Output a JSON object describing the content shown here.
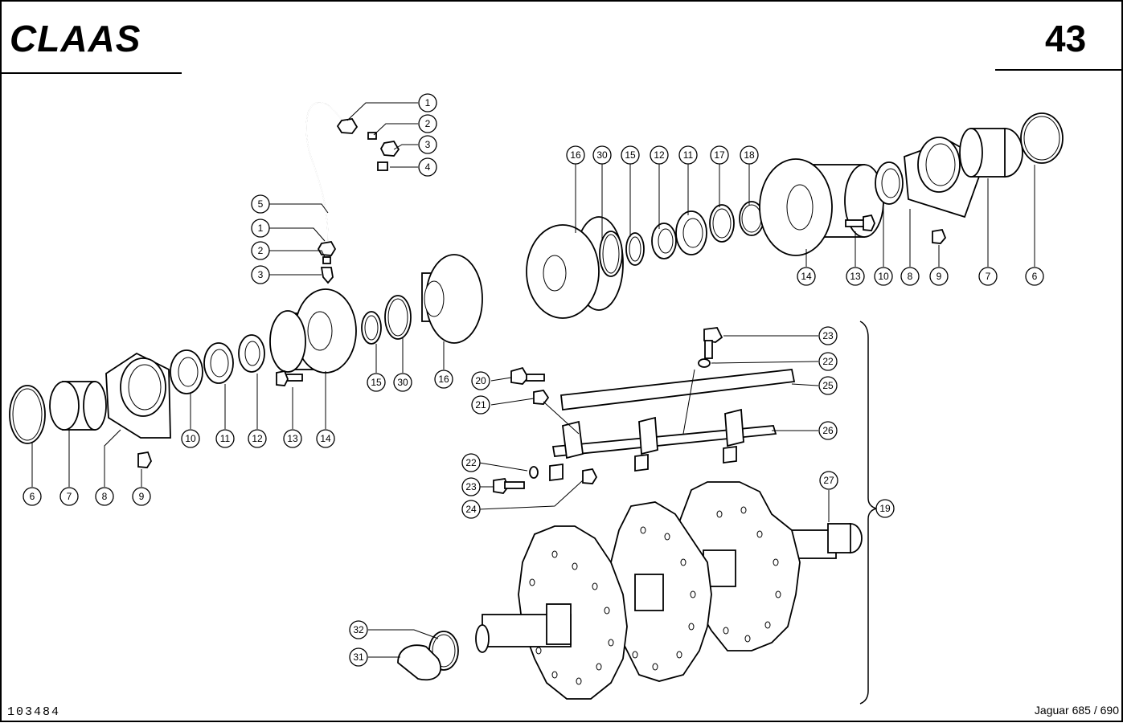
{
  "header": {
    "brand": "CLAAS",
    "page_number": "43"
  },
  "footer": {
    "drawing_number": "103484",
    "model": "Jaguar 685 / 690"
  },
  "callouts": {
    "c01": "1",
    "c02": "2",
    "c03": "3",
    "c04": "4",
    "c05": "5",
    "c06": "1",
    "c07": "2",
    "c08": "3",
    "c09": "16",
    "c10": "30",
    "c11": "15",
    "c12": "12",
    "c13": "11",
    "c14": "17",
    "c15": "18",
    "c16": "14",
    "c17": "13",
    "c18": "10",
    "c19": "8",
    "c20": "9",
    "c21": "7",
    "c22": "6",
    "c23": "15",
    "c24": "30",
    "c25": "16",
    "c26": "6",
    "c27": "7",
    "c28": "8",
    "c29": "9",
    "c30": "10",
    "c31": "11",
    "c32": "12",
    "c33": "13",
    "c34": "14",
    "c35": "23",
    "c36": "22",
    "c37": "25",
    "c38": "26",
    "c39": "20",
    "c40": "21",
    "c41": "22",
    "c42": "23",
    "c43": "24",
    "c44": "27",
    "c45": "19",
    "c46": "32",
    "c47": "31"
  }
}
